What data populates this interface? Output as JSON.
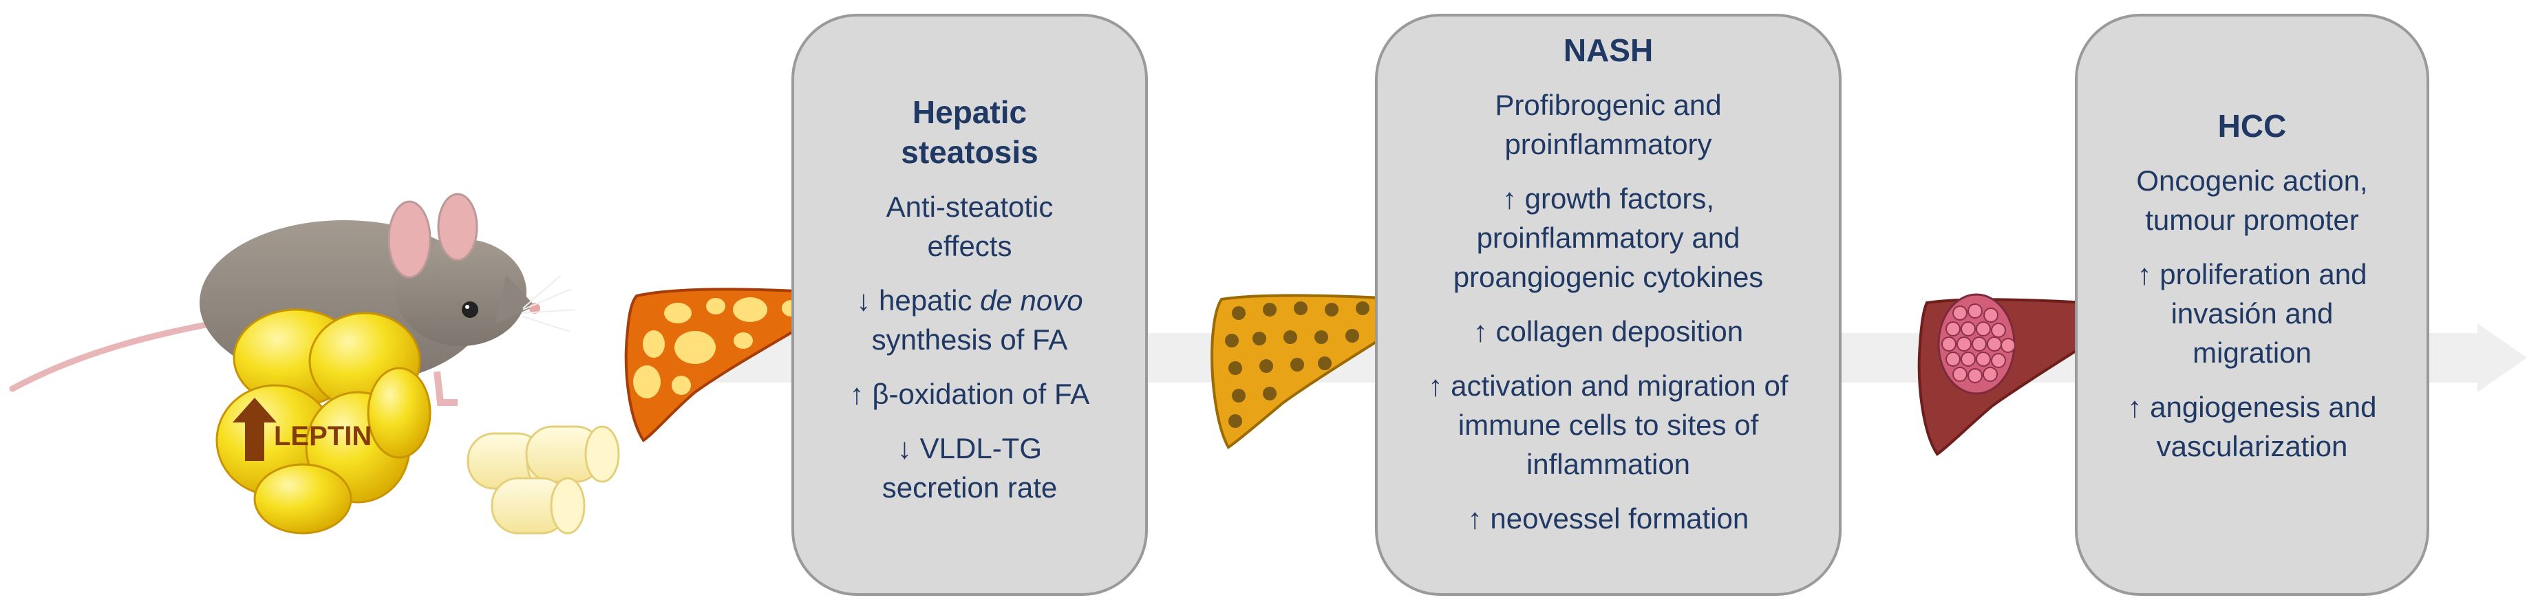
{
  "leptin_label": "LEPTIN",
  "stages": [
    {
      "title": [
        "Hepatic",
        "steatosis"
      ],
      "subtitle": [
        "Anti-steatotic",
        "effects"
      ],
      "effects": [
        [
          "↓ hepatic de novo",
          "synthesis of FA"
        ],
        [
          "↑ β-oxidation of FA"
        ],
        [
          "↓ VLDL-TG",
          "secretion rate"
        ]
      ]
    },
    {
      "title": [
        "NASH"
      ],
      "subtitle": [
        "Profibrogenic and",
        "proinflammatory"
      ],
      "effects": [
        [
          "↑ growth factors,",
          "proinflammatory and",
          "proangiogenic cytokines"
        ],
        [
          "↑ collagen deposition"
        ],
        [
          "↑ activation and migration of",
          "immune cells to sites of",
          "inflammation"
        ],
        [
          "↑ neovessel formation"
        ]
      ]
    },
    {
      "title": [
        "HCC"
      ],
      "subtitle": [
        "Oncogenic action,",
        "tumour promoter"
      ],
      "effects": [
        [
          "↑ proliferation and",
          "invasión and",
          "migration"
        ],
        [
          "↑ angiogenesis and",
          "vascularization"
        ]
      ]
    }
  ],
  "colors": {
    "box_fill": "#d9d9d9",
    "box_border": "#9a9a9a",
    "text": "#1f3864",
    "arrow": "#eeeeee",
    "leptin_text": "#843c0c",
    "fat_yellow": "#f5d90a"
  },
  "icons": [
    "mouse-icon",
    "adipose-tissue-icon",
    "up-arrow-icon",
    "adipocyte-cylinders-icon",
    "steatotic-liver-icon",
    "nash-liver-icon",
    "hcc-liver-icon",
    "progression-arrow-icon"
  ]
}
